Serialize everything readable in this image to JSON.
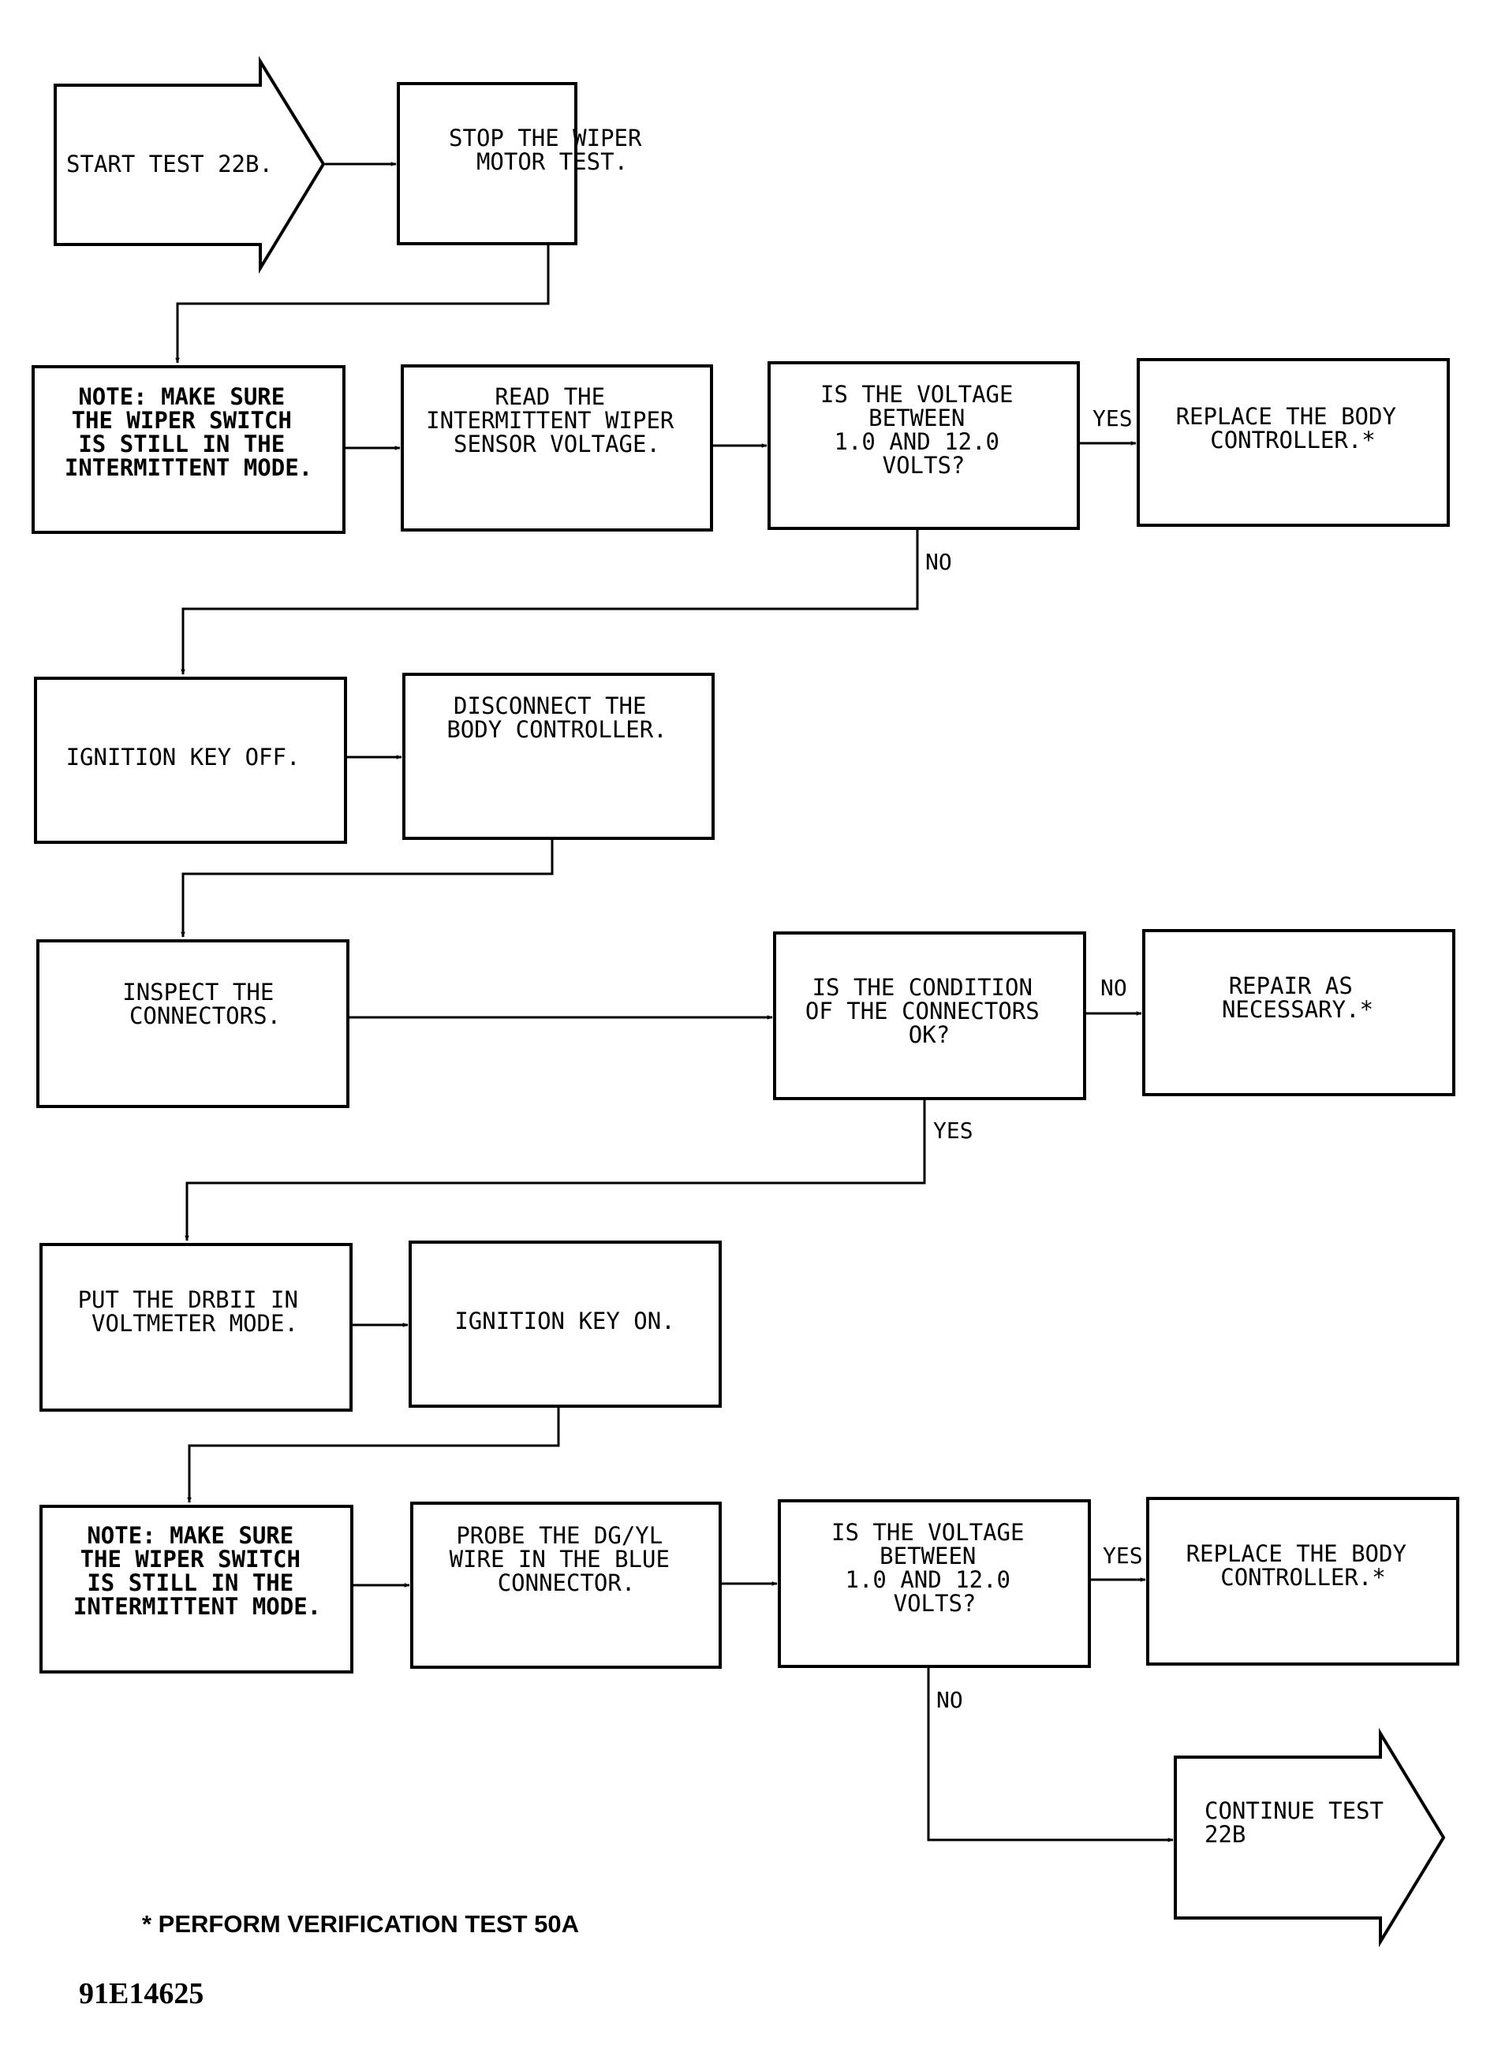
{
  "flow": {
    "start": [
      "START TEST 22B."
    ],
    "stop_wiper": [
      "STOP THE WIPER",
      "MOTOR TEST."
    ],
    "note1": [
      "NOTE:  MAKE SURE",
      "THE WIPER SWITCH",
      "IS STILL IN THE",
      "INTERMITTENT MODE."
    ],
    "read_sensor": [
      "READ THE",
      "INTERMITTENT WIPER",
      "SENSOR VOLTAGE."
    ],
    "q_voltage1": [
      "IS THE VOLTAGE",
      "BETWEEN",
      "1.0 AND 12.0",
      "VOLTS?"
    ],
    "replace1": [
      "REPLACE THE BODY",
      "CONTROLLER.*"
    ],
    "ign_off": [
      "IGNITION KEY OFF."
    ],
    "disconnect": [
      "DISCONNECT THE",
      "BODY CONTROLLER."
    ],
    "inspect": [
      "INSPECT THE",
      "CONNECTORS."
    ],
    "q_connectors": [
      "IS THE CONDITION",
      "OF THE CONNECTORS",
      "OK?"
    ],
    "repair": [
      "REPAIR AS",
      "NECESSARY.*"
    ],
    "put_drb": [
      "PUT THE DRBII IN",
      "VOLTMETER MODE."
    ],
    "ign_on": [
      "IGNITION KEY ON."
    ],
    "note2": [
      "NOTE:  MAKE SURE",
      "THE WIPER SWITCH",
      "IS STILL IN THE",
      "INTERMITTENT MODE."
    ],
    "probe": [
      "PROBE THE DG/YL",
      "WIRE IN THE BLUE",
      "CONNECTOR."
    ],
    "q_voltage2": [
      "IS THE VOLTAGE",
      "BETWEEN",
      "1.0 AND 12.0",
      "VOLTS?"
    ],
    "replace2": [
      "REPLACE THE BODY",
      "CONTROLLER.*"
    ],
    "continue": [
      "CONTINUE TEST",
      "22B"
    ]
  },
  "labels": {
    "yes": "YES",
    "no": "NO"
  },
  "footnote": "* PERFORM VERIFICATION TEST 50A",
  "figure_id": "91E14625"
}
